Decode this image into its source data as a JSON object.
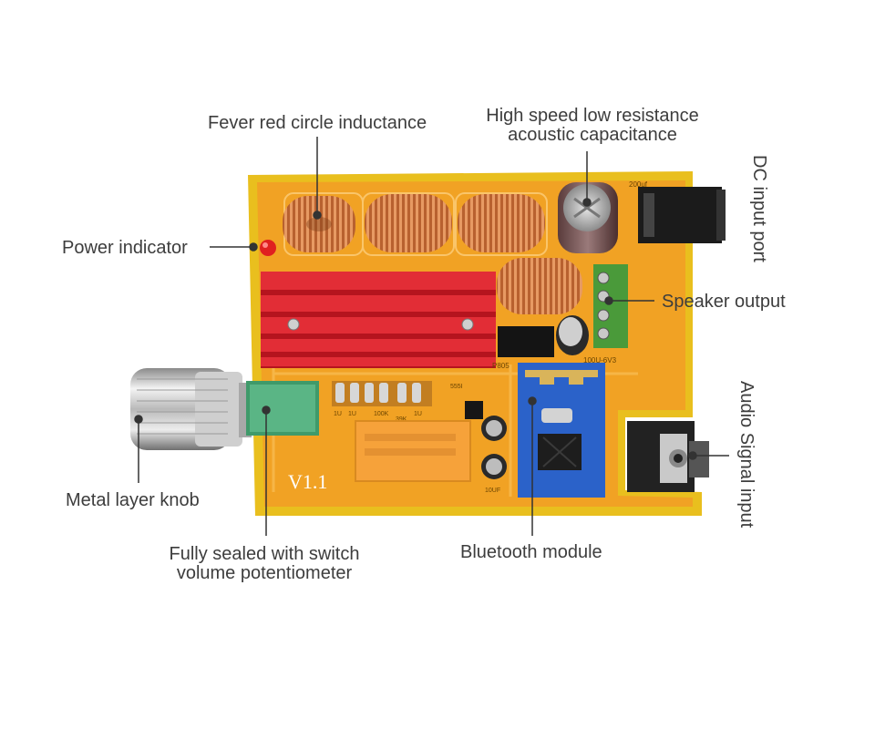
{
  "callouts": {
    "inductance": "Fever red circle inductance",
    "capacitance_line1": "High speed low resistance",
    "capacitance_line2": "acoustic capacitance",
    "dc_input": "DC input port",
    "power_indicator": "Power indicator",
    "speaker_output": "Speaker output",
    "audio_input": "Audio Signal input",
    "knob": "Metal layer knob",
    "potentiometer_line1": "Fully sealed with switch",
    "potentiometer_line2": "volume potentiometer",
    "bluetooth": "Bluetooth module"
  },
  "board": {
    "version": "V1.1",
    "silkscreen": {
      "cap_value": "200uf",
      "small_cap_value": "100U-6V3",
      "regulator": "P805",
      "chip": "555I",
      "res_39k": "39K",
      "res_100k": "100K",
      "cap_1u_a": "1U",
      "cap_1u_b": "1U",
      "cap_1u_c": "1U",
      "cap_10uf": "10UF"
    }
  },
  "colors": {
    "board": "#f1a224",
    "board_edge": "#e9bf1e",
    "heatsink": "#d8202a",
    "copper": "#c87545",
    "terminal": "#4a9a3a",
    "bluetooth_pcb": "#2b62c9",
    "label_text": "#3d3d3d",
    "leader": "#333333"
  }
}
